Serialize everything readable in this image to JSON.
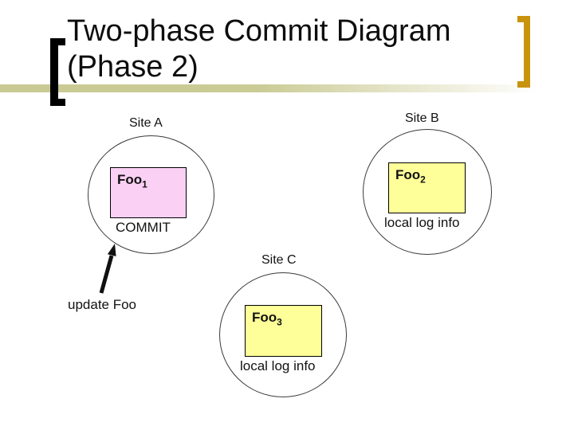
{
  "slide": {
    "title_line1": "Two-phase Commit Diagram",
    "title_line2": "(Phase 2)",
    "colors": {
      "background": "#FFFFFF",
      "bracket_left": "#000000",
      "bracket_right": "#C9940D",
      "underline_tan": "#C9C993",
      "text": "#121212"
    }
  },
  "sites": [
    {
      "label": "Site A",
      "box_label": "Foo",
      "box_subscript": "1",
      "box_color": "#FAD0F4",
      "status_text": "COMMIT"
    },
    {
      "label": "Site B",
      "box_label": "Foo",
      "box_subscript": "2",
      "box_color": "#FFFF99",
      "status_text": "local log info"
    },
    {
      "label": "Site C",
      "box_label": "Foo",
      "box_subscript": "3",
      "box_color": "#FFFF99",
      "status_text": "local log info"
    }
  ],
  "annotation": {
    "update_label": "update Foo"
  }
}
